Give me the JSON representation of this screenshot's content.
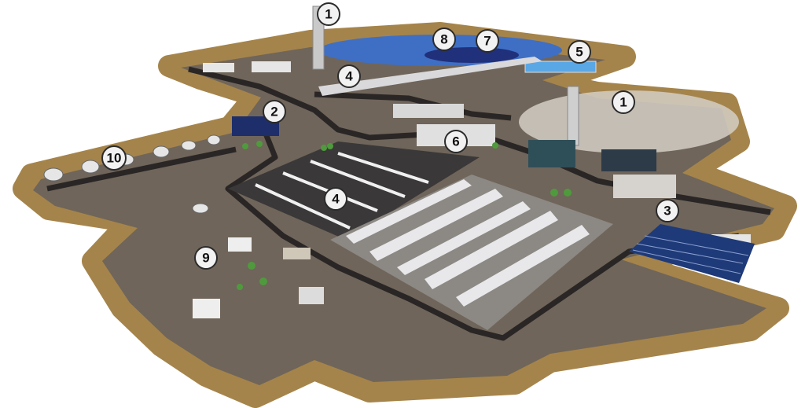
{
  "labels": [
    "1",
    "1",
    "2",
    "3",
    "4",
    "4",
    "5",
    "6",
    "7",
    "8",
    "9",
    "10"
  ],
  "colors": {
    "border": "#a5844b",
    "ground": "#6f655a",
    "asphalt": "#3a3838",
    "road": "#2a2626",
    "collector": "#e8e8ea",
    "heliostat": "#2f5fb8",
    "panel": "#1f3a78"
  }
}
